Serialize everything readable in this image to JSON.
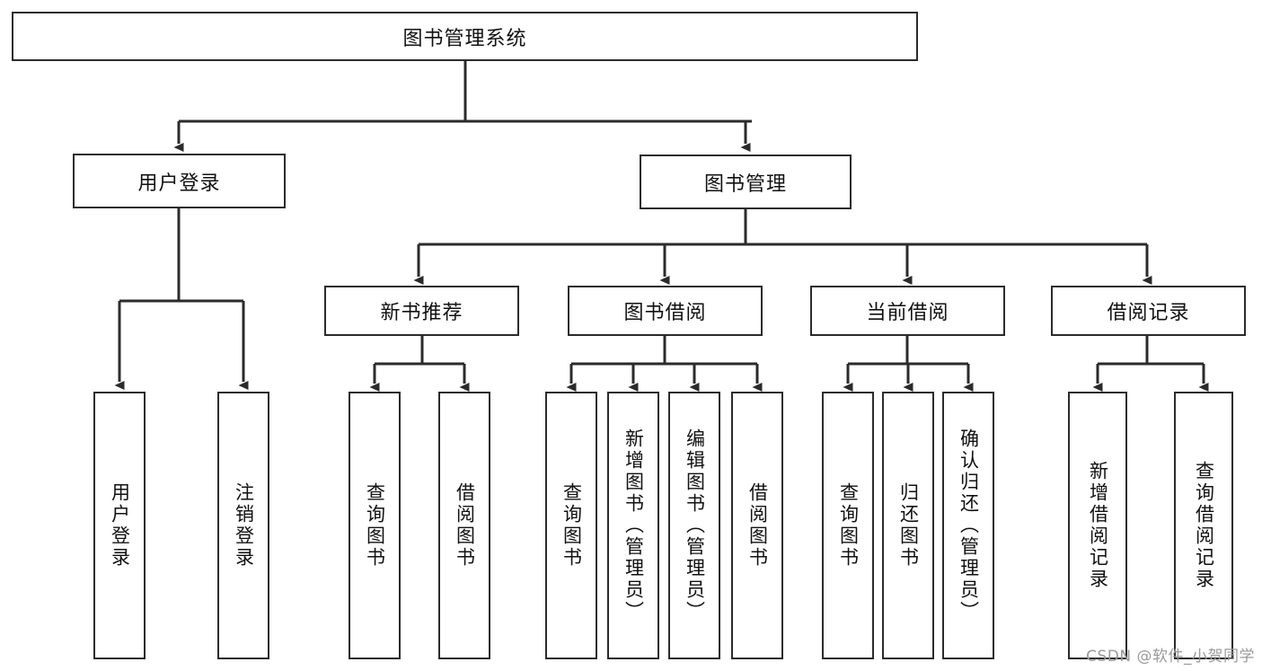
{
  "diagram": {
    "title": "图书管理系统",
    "type": "tree",
    "stroke_color": "#2b2b2b",
    "background_color": "#ffffff",
    "root": {
      "label": "图书管理系统",
      "orientation": "horizontal"
    },
    "level2": [
      {
        "label": "用户登录",
        "orientation": "horizontal"
      },
      {
        "label": "图书管理",
        "orientation": "horizontal"
      }
    ],
    "level3": [
      {
        "label": "新书推荐",
        "orientation": "horizontal",
        "parent": "图书管理"
      },
      {
        "label": "图书借阅",
        "orientation": "horizontal",
        "parent": "图书管理"
      },
      {
        "label": "当前借阅",
        "orientation": "horizontal",
        "parent": "图书管理"
      },
      {
        "label": "借阅记录",
        "orientation": "horizontal",
        "parent": "图书管理"
      }
    ],
    "leaves": {
      "user_login": [
        {
          "label": "用户登录",
          "orientation": "vertical"
        },
        {
          "label": "注销登录",
          "orientation": "vertical"
        }
      ],
      "new_book_recommend": [
        {
          "label": "查询图书",
          "orientation": "vertical"
        },
        {
          "label": "借阅图书",
          "orientation": "vertical"
        }
      ],
      "book_borrow": [
        {
          "label": "查询图书",
          "orientation": "vertical"
        },
        {
          "label": "新增图书（管理员）",
          "orientation": "vertical"
        },
        {
          "label": "编辑图书（管理员）",
          "orientation": "vertical"
        },
        {
          "label": "借阅图书",
          "orientation": "vertical"
        }
      ],
      "current_borrow": [
        {
          "label": "查询图书",
          "orientation": "vertical"
        },
        {
          "label": "归还图书",
          "orientation": "vertical"
        },
        {
          "label": "确认归还（管理员）",
          "orientation": "vertical"
        }
      ],
      "borrow_record": [
        {
          "label": "新增借阅记录",
          "orientation": "vertical"
        },
        {
          "label": "查询借阅记录",
          "orientation": "vertical"
        }
      ]
    }
  },
  "watermark": {
    "text": "CSDN @软件_小贺同学"
  }
}
